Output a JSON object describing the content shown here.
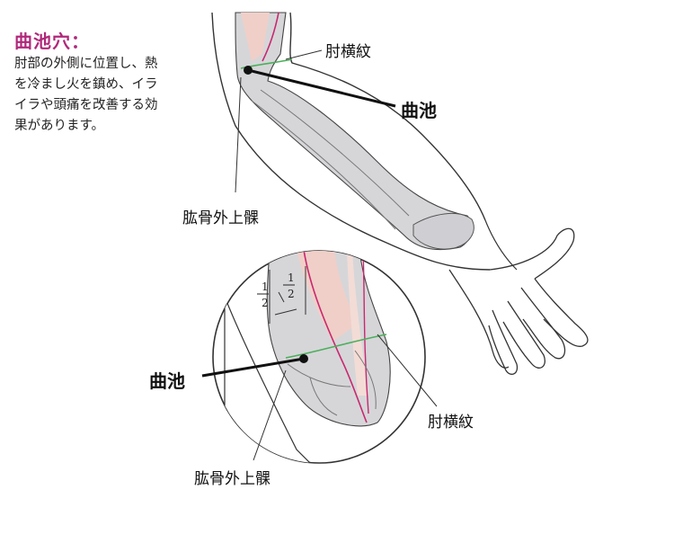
{
  "heading": "曲池穴：",
  "description_lines": [
    "肘部の外側に位置し、熱",
    "を冷まし火を鎮め、イラ",
    "イラや頭痛を改善する効",
    "果があります。"
  ],
  "labels": {
    "top_crease": "肘横紋",
    "top_point": "曲池",
    "top_epicondyle": "肱骨外上髁",
    "inset_point": "曲池",
    "inset_crease": "肘横紋",
    "inset_epicondyle": "肱骨外上髁"
  },
  "inset_fractions": {
    "left": {
      "num": "1",
      "den": "2"
    },
    "right": {
      "num": "1",
      "den": "2"
    }
  },
  "colors": {
    "heading": "#b0287a",
    "bone": "#d6d6d9",
    "meridian": "#c8286e",
    "muscle_band": "#f0cfc8",
    "crease_line": "#4caf5a",
    "outline": "#333333"
  }
}
